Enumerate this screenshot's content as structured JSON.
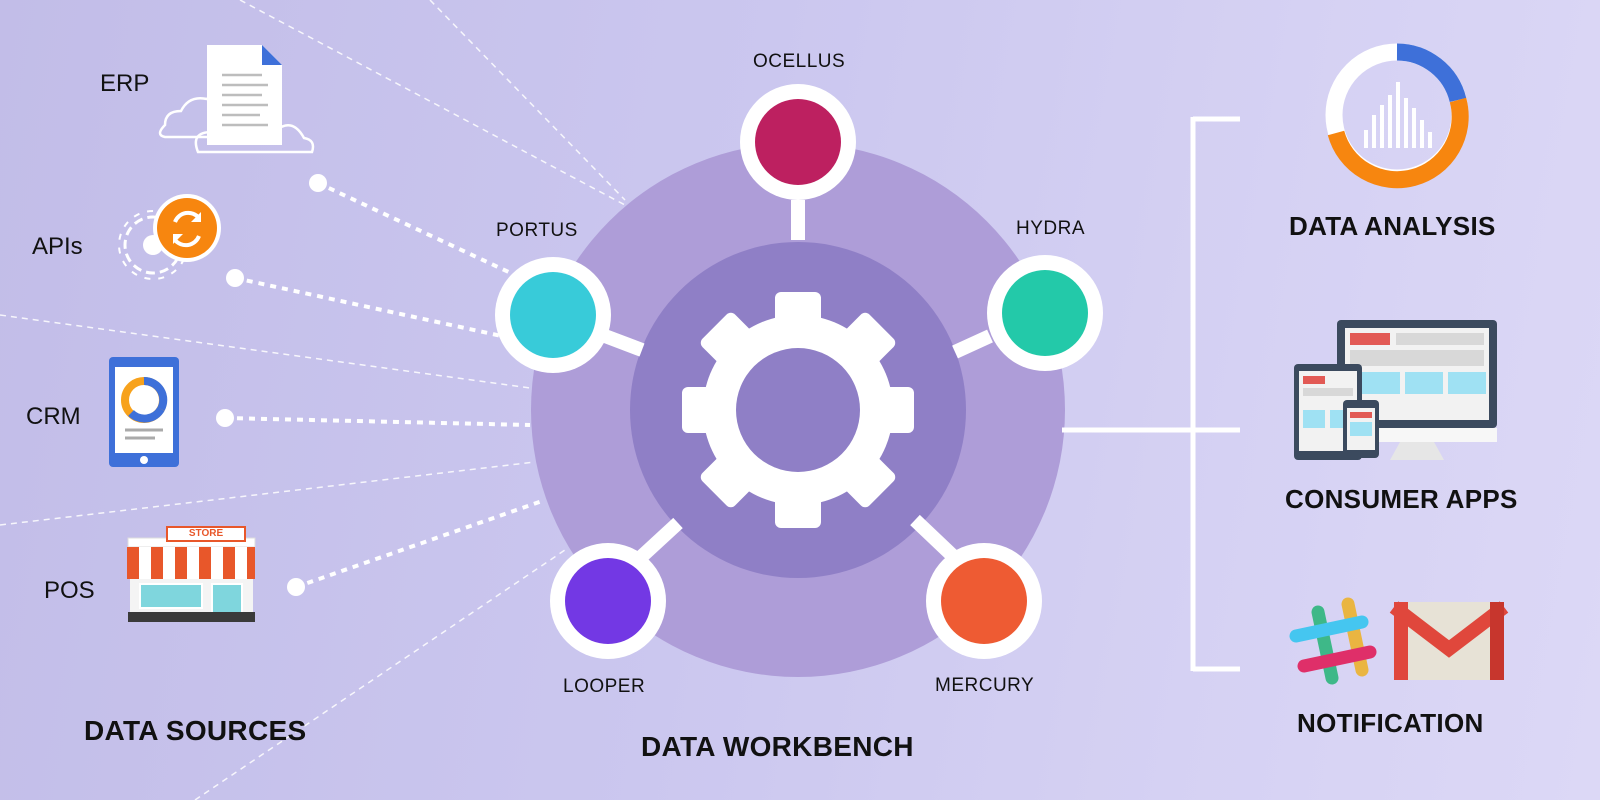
{
  "sections": {
    "sources_title": "DATA SOURCES",
    "workbench_title": "DATA WORKBENCH"
  },
  "sources": [
    {
      "label": "ERP",
      "icon": "document-cloud-icon"
    },
    {
      "label": "APIs",
      "icon": "gear-sync-icon"
    },
    {
      "label": "CRM",
      "icon": "tablet-chart-icon"
    },
    {
      "label": "POS",
      "icon": "store-icon"
    }
  ],
  "store_sign": "STORE",
  "nodes": [
    {
      "label": "OCELLUS",
      "color": "#bd2060"
    },
    {
      "label": "PORTUS",
      "color": "#38cbd9"
    },
    {
      "label": "HYDRA",
      "color": "#23c9a9"
    },
    {
      "label": "LOOPER",
      "color": "#7338e4"
    },
    {
      "label": "MERCURY",
      "color": "#ee5b33"
    }
  ],
  "outputs": [
    {
      "label": "DATA ANALYSIS",
      "icon": "donut-chart-icon"
    },
    {
      "label": "CONSUMER APPS",
      "icon": "devices-icon"
    },
    {
      "label": "NOTIFICATION",
      "icon": "slack-gmail-icon"
    }
  ],
  "colors": {
    "outer_ring": "#ae9dd8",
    "inner_circle": "#8f7fc6",
    "orange": "#f7860f",
    "blue": "#3e70d9"
  }
}
